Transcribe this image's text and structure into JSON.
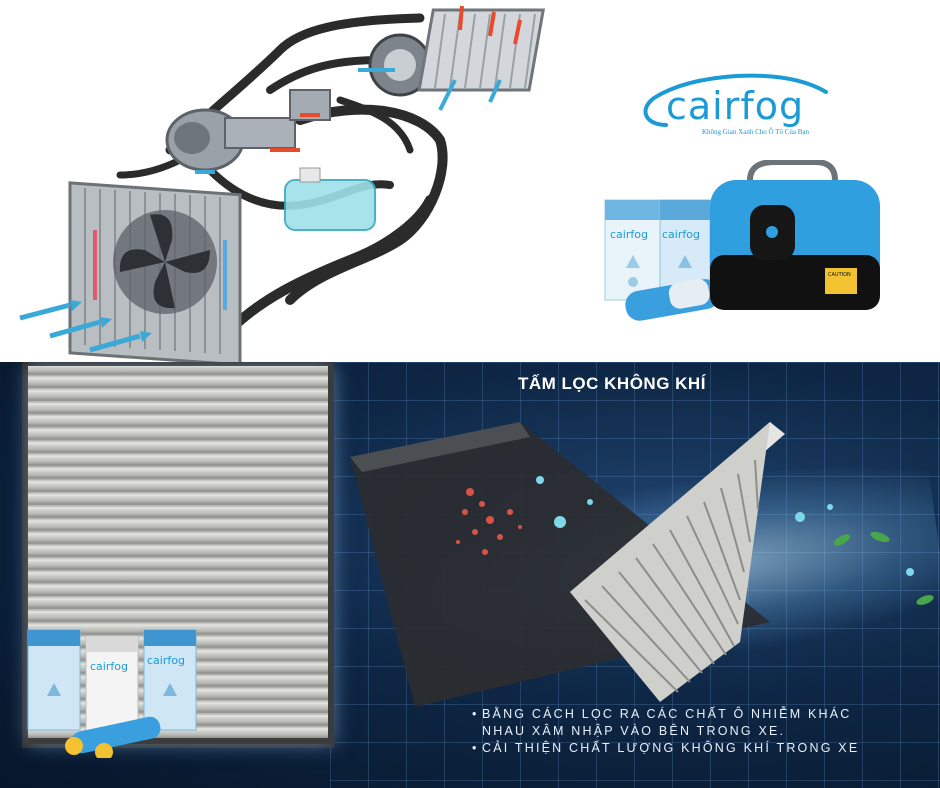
{
  "brand": {
    "name": "cairfog",
    "tagline": "Không Gian Xanh Cho Ô Tô Của Bạn",
    "accent_color": "#1a9ad6"
  },
  "product": {
    "box_brand": "cairfog",
    "caution_label": "CAUTION"
  },
  "section": {
    "title": "TẤM LỌC KHÔNG KHÍ",
    "bullets": [
      {
        "line1": "BẰNG CÁCH LỌC RA CÁC CHẤT Ô NHIỄM KHÁC",
        "line2": "NHAU XÂM NHẬP VÀO BÊN TRONG XE."
      },
      {
        "line1": "CẢI THIỆN CHẤT LƯỢNG KHÔNG KHÍ TRONG XE"
      }
    ]
  },
  "illustrations": {
    "top_left": "car-ac-system-diagram",
    "top_right": "cairfog-product-boxes-and-machine",
    "bottom_left": "cabin-filter-closeup",
    "bottom_right": "air-filter-purifying-air-illustration"
  }
}
